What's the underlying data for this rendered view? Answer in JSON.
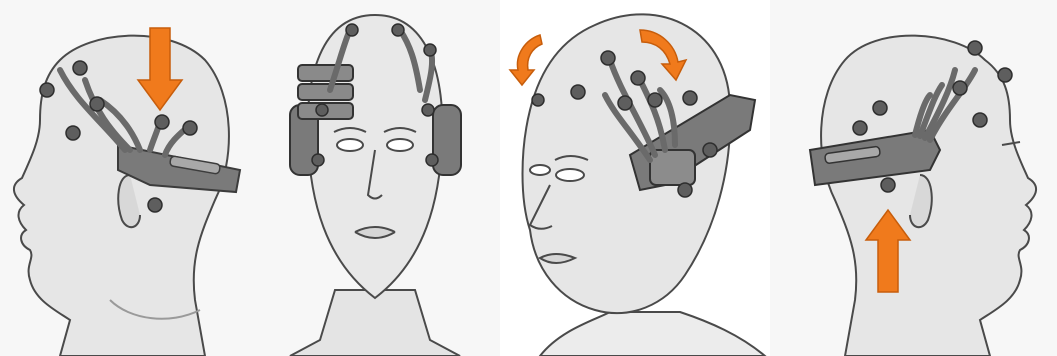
{
  "figure": {
    "panels": [
      {
        "id": "p1",
        "view": "left-profile",
        "arrow": "down"
      },
      {
        "id": "p2",
        "view": "front",
        "arrow": "none"
      },
      {
        "id": "p3",
        "view": "three-quarter",
        "arrow": "rotate"
      },
      {
        "id": "p4",
        "view": "right-profile",
        "arrow": "up"
      }
    ]
  },
  "colors": {
    "background": "#ffffff",
    "skin": "#e4e4e4",
    "skin_shade": "#c9c9c9",
    "outline": "#4a4a4a",
    "band": "#7a7a7a",
    "band_dark": "#555555",
    "sensor": "#6e6e6e",
    "arrow": "#f07a1c"
  },
  "icons": {
    "down_arrow": "down-arrow-icon",
    "up_arrow": "up-arrow-icon",
    "rotate_arrows": "rotate-arrows-icon"
  }
}
